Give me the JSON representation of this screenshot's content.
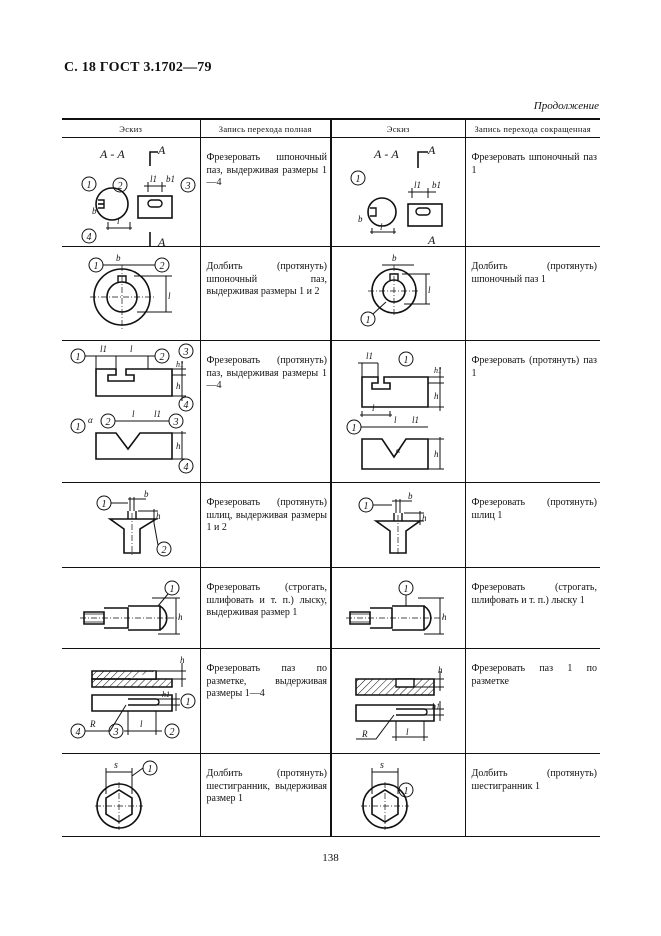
{
  "header": {
    "title": "С. 18 ГОСТ 3.1702—79",
    "continuation": "Продолжение"
  },
  "columns": [
    "Эскиз",
    "Запись перехода полная",
    "Эскиз",
    "Запись перехода сокращенная"
  ],
  "rows": [
    {
      "full": "Фрезеровать шпоночный паз, выдерживая размеры 1—4",
      "short": "Фрезеровать шпоночный паз 1",
      "sk1": [
        "А - А",
        "А",
        "А",
        "1",
        "2",
        "3",
        "4",
        "l1",
        "b1",
        "b",
        "l"
      ],
      "sk2": [
        "А - А",
        "А",
        "А",
        "1",
        "l1",
        "b1",
        "b",
        "l"
      ]
    },
    {
      "full": "Долбить (протянуть) шпоночный паз, выдерживая размеры 1 и 2",
      "short": "Долбить (протянуть) шпоночный паз 1",
      "sk1": [
        "1",
        "2",
        "b",
        "l"
      ],
      "sk2": [
        "1",
        "b",
        "l"
      ]
    },
    {
      "full": "Фрезеровать (протянуть) паз, выдерживая размеры 1—4",
      "short": "Фрезеровать (протянуть) паз 1",
      "sk1": [
        "1",
        "2",
        "3",
        "4",
        "l1",
        "l",
        "h1",
        "h",
        "1",
        "2",
        "3",
        "4",
        "α",
        "l",
        "l1",
        "h"
      ],
      "sk2": [
        "1",
        "l1",
        "h1",
        "h",
        "1",
        "l",
        "l",
        "l1",
        "α",
        "h"
      ]
    },
    {
      "full": "Фрезеровать (протянуть) шлиц, выдерживая размеры 1 и 2",
      "short": "Фрезеровать (протянуть) шлиц 1",
      "sk1": [
        "1",
        "2",
        "b",
        "h"
      ],
      "sk2": [
        "1",
        "b",
        "h"
      ]
    },
    {
      "full": "Фрезеровать (строгать, шлифовать и т. п.) лыску, выдерживая размер 1",
      "short": "Фрезеровать (строгать, шлифовать и т. п.) лыску 1",
      "sk1": [
        "1",
        "h"
      ],
      "sk2": [
        "1",
        "h"
      ]
    },
    {
      "full": "Фрезеровать паз по разметке, выдерживая размеры 1—4",
      "short": "Фрезеровать паз 1 по разметке",
      "sk1": [
        "h",
        "h1",
        "1",
        "4",
        "R",
        "3",
        "l",
        "2"
      ],
      "sk2": [
        "h",
        "h1",
        "R",
        "l"
      ]
    },
    {
      "full": "Долбить (протянуть) шестигранник, выдерживая размер 1",
      "short": "Долбить (протянуть) шестигранник 1",
      "sk1": [
        "s",
        "1"
      ],
      "sk2": [
        "s",
        "1"
      ]
    }
  ],
  "page_number": "138"
}
